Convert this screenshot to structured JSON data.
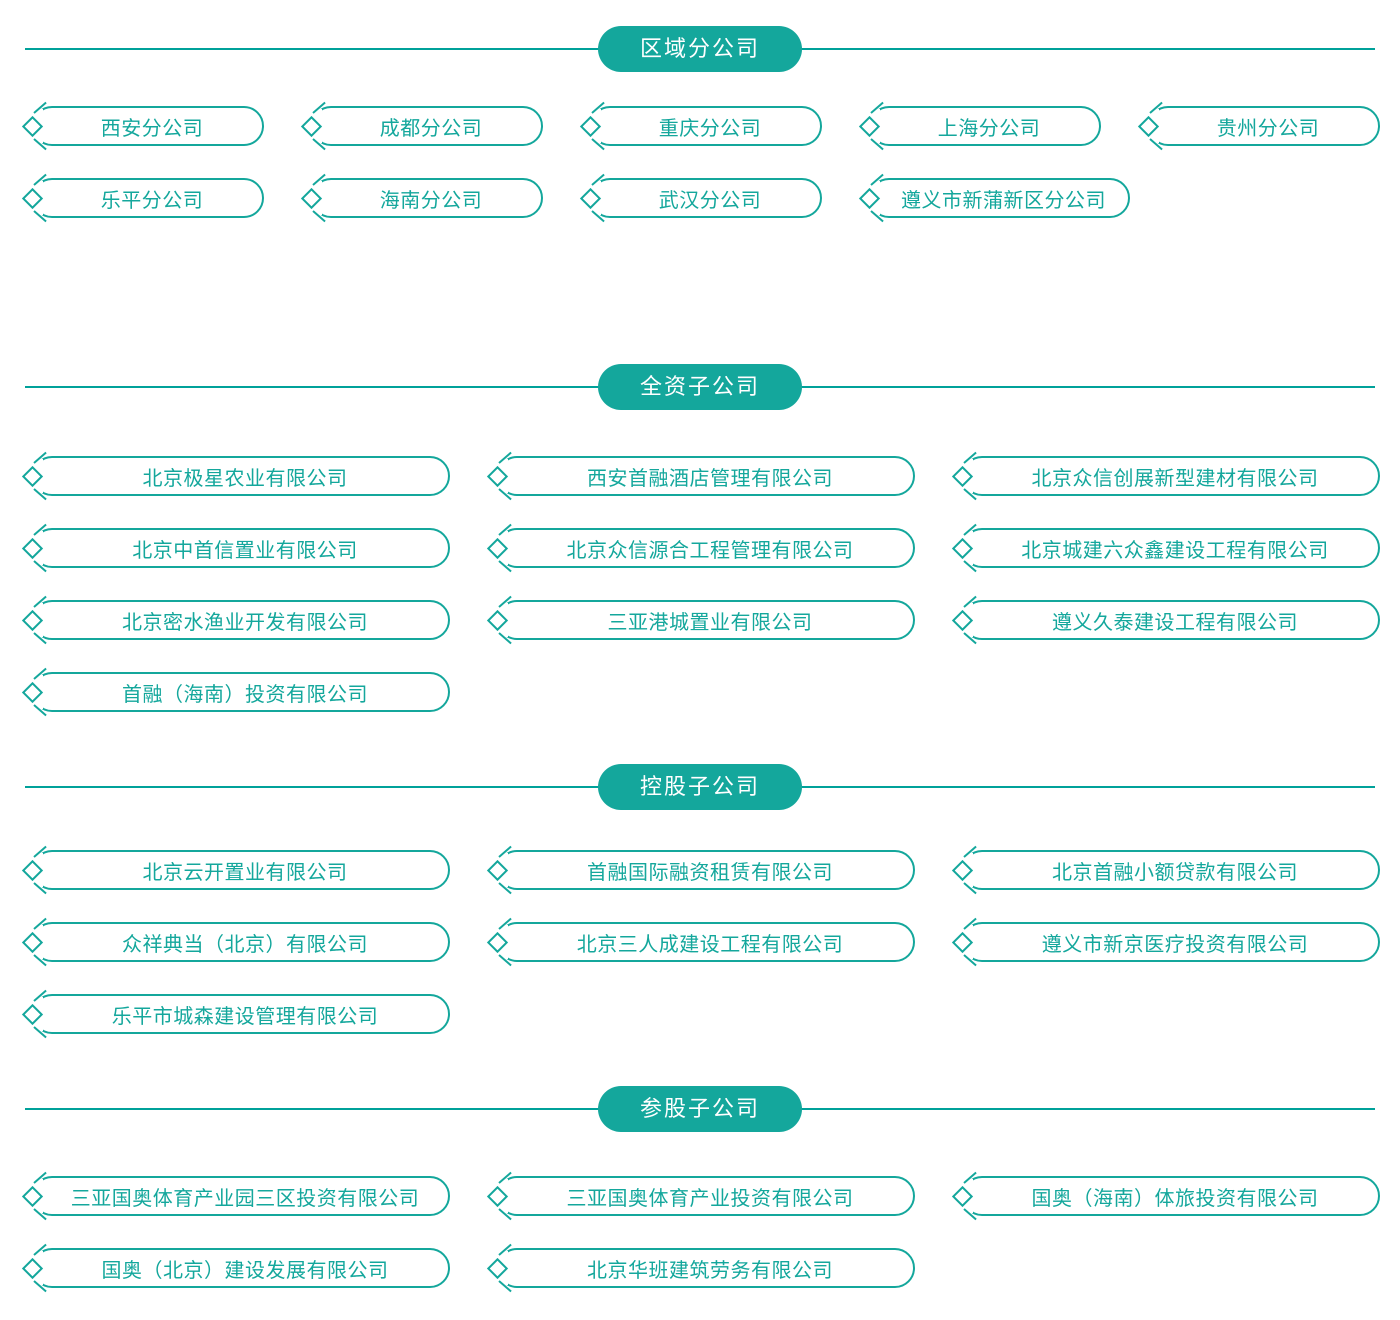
{
  "theme": {
    "accent": "#14a79c",
    "line": "#00a19a",
    "text_on_accent": "#ffffff",
    "background": "#ffffff"
  },
  "sections": [
    {
      "id": "regional-branches",
      "title": "区域分公司",
      "layout": "auto",
      "rows": [
        [
          "西安分公司",
          "成都分公司",
          "重庆分公司",
          "上海分公司",
          "贵州分公司"
        ],
        [
          "乐平分公司",
          "海南分公司",
          "武汉分公司",
          "遵义市新蒲新区分公司"
        ]
      ]
    },
    {
      "id": "wholly-owned-subsidiaries",
      "title": "全资子公司",
      "layout": "cols3",
      "rows": [
        [
          "北京极星农业有限公司",
          "西安首融酒店管理有限公司",
          "北京众信创展新型建材有限公司"
        ],
        [
          "北京中首信置业有限公司",
          "北京众信源合工程管理有限公司",
          "北京城建六众鑫建设工程有限公司"
        ],
        [
          "北京密水渔业开发有限公司",
          "三亚港城置业有限公司",
          "遵义久泰建设工程有限公司"
        ],
        [
          "首融（海南）投资有限公司"
        ]
      ]
    },
    {
      "id": "controlled-subsidiaries",
      "title": "控股子公司",
      "layout": "cols3",
      "rows": [
        [
          "北京云开置业有限公司",
          "首融国际融资租赁有限公司",
          "北京首融小额贷款有限公司"
        ],
        [
          "众祥典当（北京）有限公司",
          "北京三人成建设工程有限公司",
          "遵义市新京医疗投资有限公司"
        ],
        [
          "乐平市城森建设管理有限公司"
        ]
      ]
    },
    {
      "id": "participating-subsidiaries",
      "title": "参股子公司",
      "layout": "cols3",
      "rows": [
        [
          "三亚国奥体育产业园三区投资有限公司",
          "三亚国奥体育产业投资有限公司",
          "国奥（海南）体旅投资有限公司"
        ],
        [
          "国奥（北京）建设发展有限公司",
          "北京华班建筑劳务有限公司"
        ]
      ]
    }
  ]
}
